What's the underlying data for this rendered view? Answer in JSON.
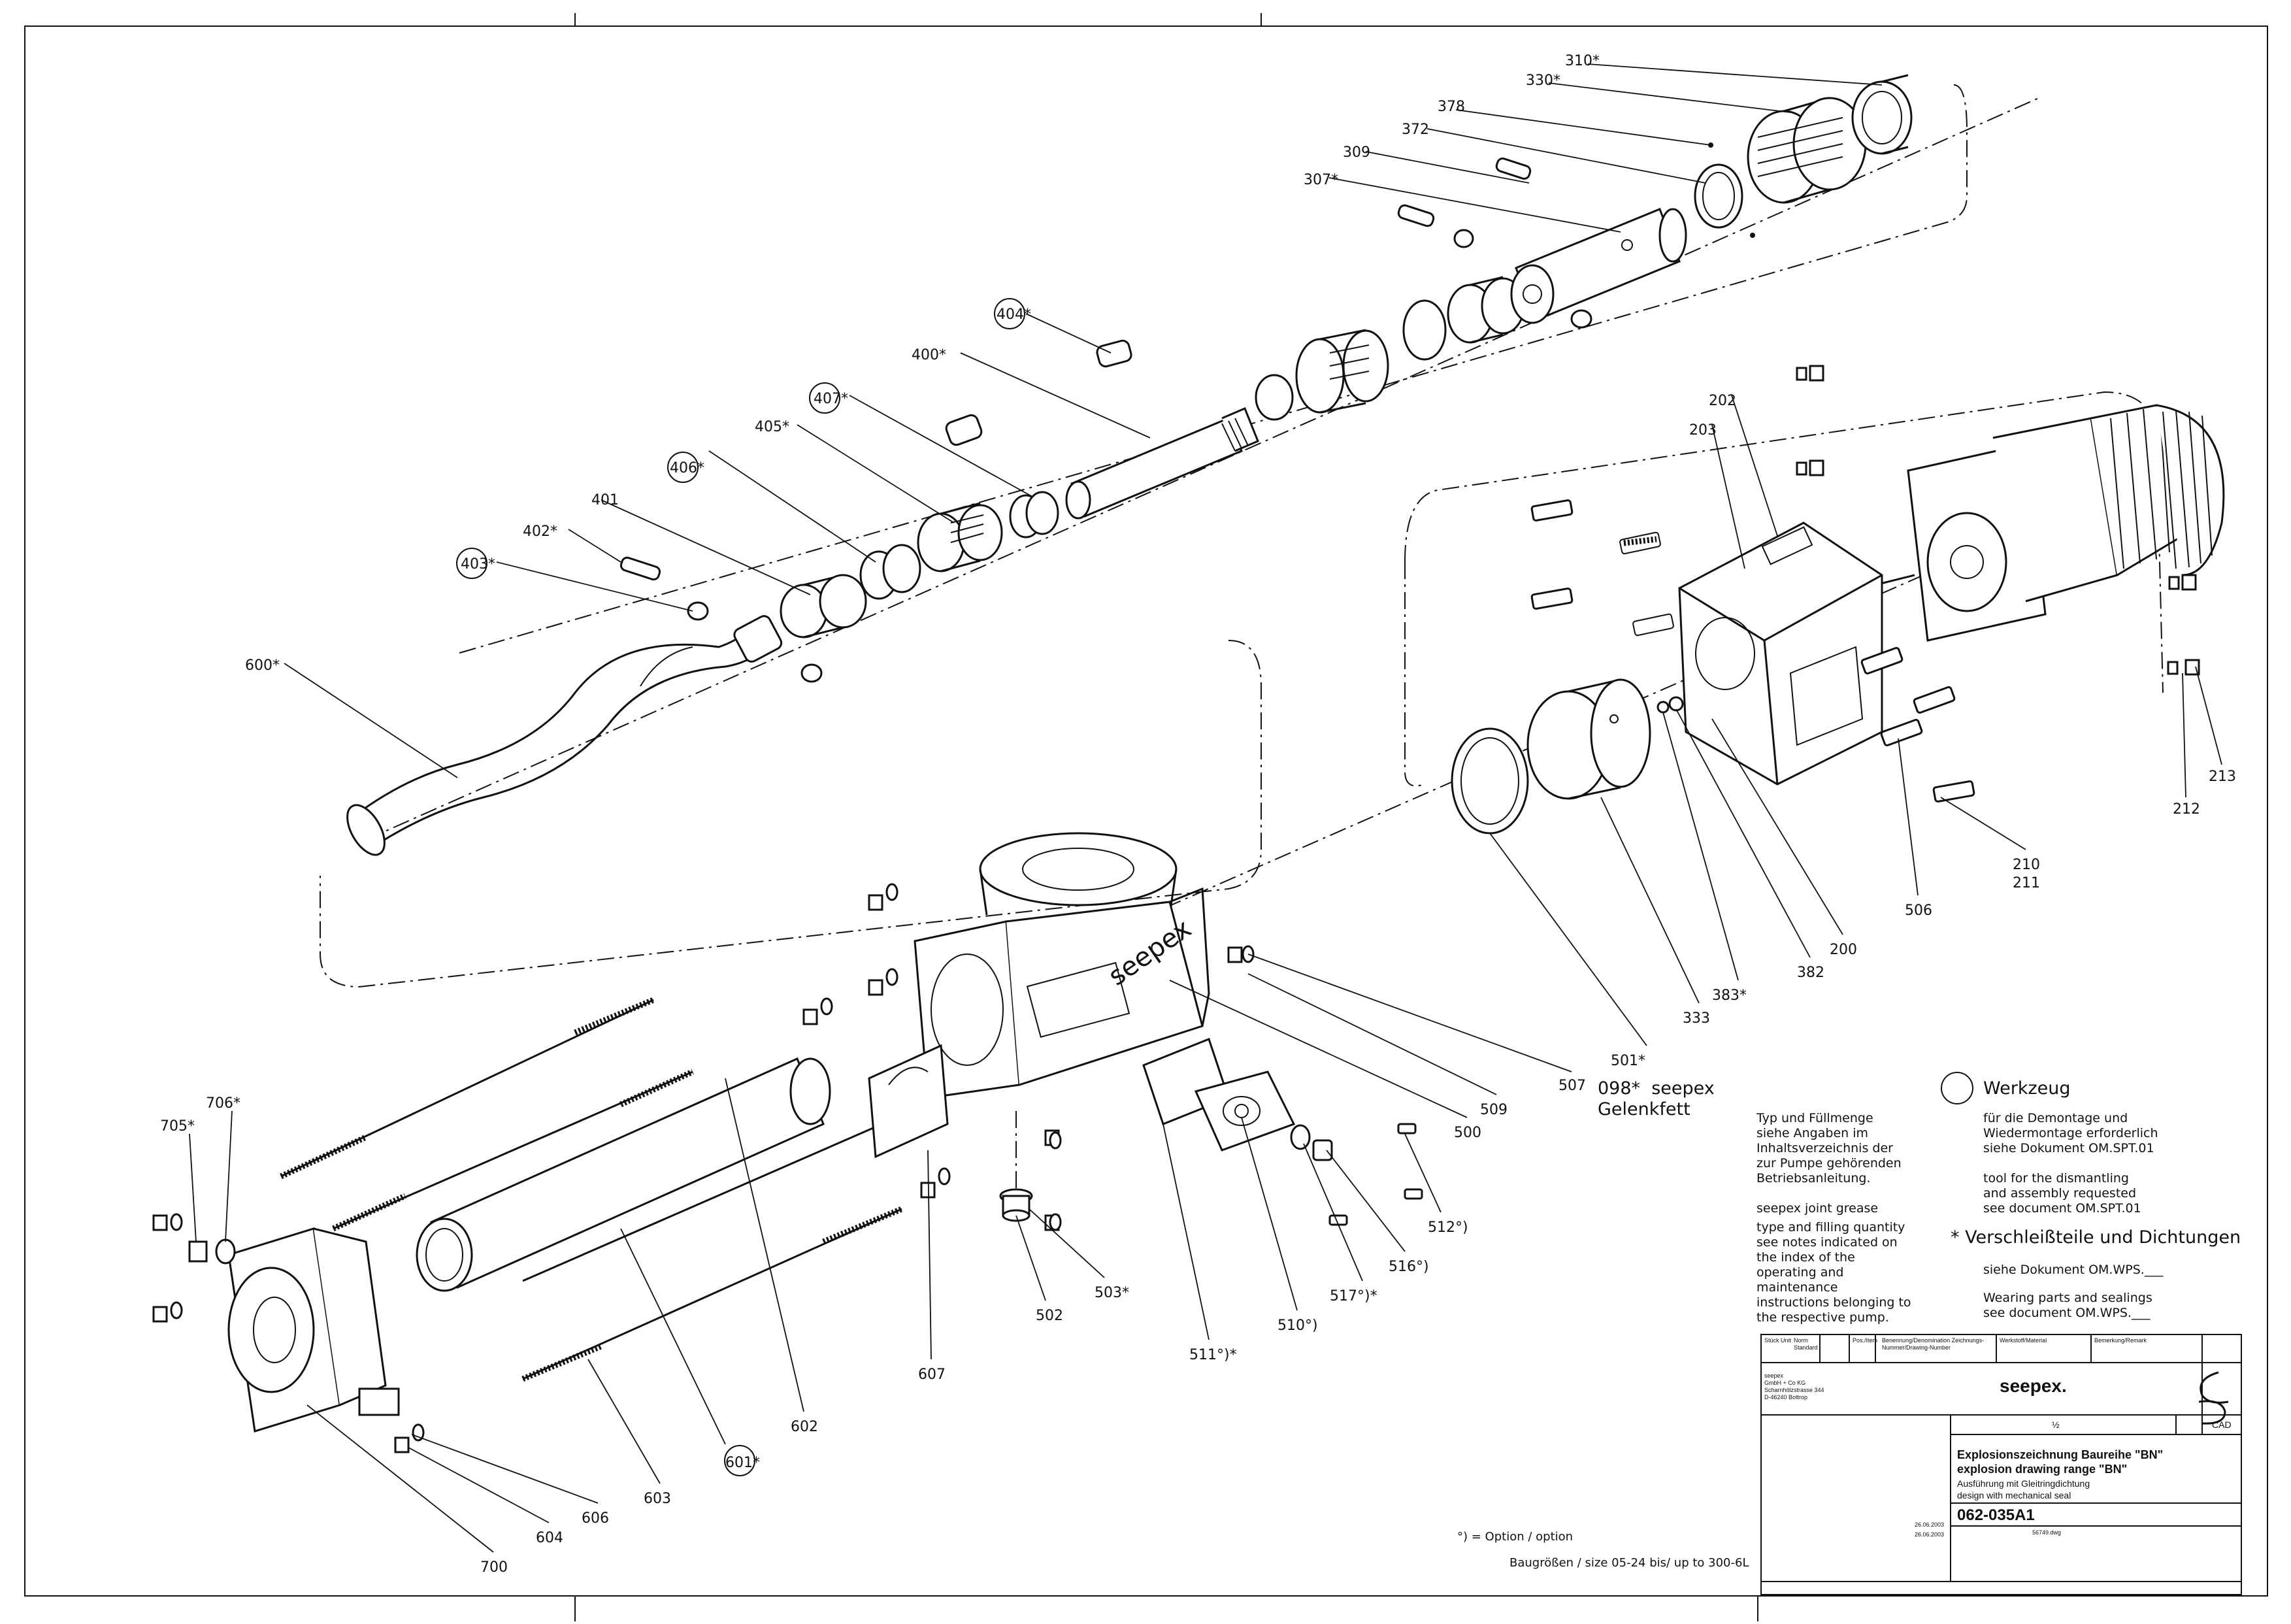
{
  "labels": [
    {
      "id": "310",
      "text": "310*"
    },
    {
      "id": "330",
      "text": "330*"
    },
    {
      "id": "378",
      "text": "378"
    },
    {
      "id": "372",
      "text": "372"
    },
    {
      "id": "309",
      "text": "309"
    },
    {
      "id": "307",
      "text": "307*"
    },
    {
      "id": "404",
      "text": "404*"
    },
    {
      "id": "400",
      "text": "400*"
    },
    {
      "id": "407",
      "text": "407*"
    },
    {
      "id": "405",
      "text": "405*"
    },
    {
      "id": "406",
      "text": "406*"
    },
    {
      "id": "401",
      "text": "401"
    },
    {
      "id": "402",
      "text": "402*"
    },
    {
      "id": "403",
      "text": "403*"
    },
    {
      "id": "600",
      "text": "600*"
    },
    {
      "id": "202",
      "text": "202"
    },
    {
      "id": "203",
      "text": "203"
    },
    {
      "id": "212",
      "text": "212"
    },
    {
      "id": "213",
      "text": "213"
    },
    {
      "id": "210",
      "text": "210"
    },
    {
      "id": "211",
      "text": "211"
    },
    {
      "id": "506",
      "text": "506"
    },
    {
      "id": "200",
      "text": "200"
    },
    {
      "id": "382",
      "text": "382"
    },
    {
      "id": "383",
      "text": "383*"
    },
    {
      "id": "333",
      "text": "333"
    },
    {
      "id": "501",
      "text": "501*"
    },
    {
      "id": "507",
      "text": "507"
    },
    {
      "id": "509",
      "text": "509"
    },
    {
      "id": "500",
      "text": "500"
    },
    {
      "id": "512",
      "text": "512°)"
    },
    {
      "id": "516",
      "text": "516°)"
    },
    {
      "id": "517",
      "text": "517°)*"
    },
    {
      "id": "510",
      "text": "510°)"
    },
    {
      "id": "511",
      "text": "511°)*"
    },
    {
      "id": "503",
      "text": "503*"
    },
    {
      "id": "502",
      "text": "502"
    },
    {
      "id": "607",
      "text": "607"
    },
    {
      "id": "602",
      "text": "602"
    },
    {
      "id": "601",
      "text": "601*"
    },
    {
      "id": "603",
      "text": "603"
    },
    {
      "id": "606",
      "text": "606"
    },
    {
      "id": "604",
      "text": "604"
    },
    {
      "id": "700",
      "text": "700"
    },
    {
      "id": "705",
      "text": "705*"
    },
    {
      "id": "706",
      "text": "706*"
    }
  ],
  "grease_note": {
    "code": "098*",
    "title": "seepex Gelenkfett",
    "de": [
      "Typ und Füllmenge",
      "siehe Angaben im",
      "Inhaltsverzeichnis der",
      "zur Pumpe gehörenden",
      "Betriebsanleitung."
    ],
    "en_title": "seepex joint grease",
    "en": [
      "type and filling quantity",
      "see notes indicated on",
      "the index of the",
      "operating and maintenance",
      "instructions belonging to",
      "the respective pump."
    ]
  },
  "tool_note": {
    "title": "Werkzeug",
    "de": [
      "für die Demontage und",
      "Wiedermontage erforderlich",
      "siehe Dokument OM.SPT.01"
    ],
    "en": [
      "tool for the dismantling",
      "and assembly requested",
      "see document OM.SPT.01"
    ]
  },
  "wear_note": {
    "title": "* Verschleißteile und Dichtungen",
    "de": "siehe Dokument OM.WPS.___",
    "en": [
      "Wearing parts and sealings",
      "see document OM.WPS.___"
    ]
  },
  "footer": {
    "option": "°)  = Option / option",
    "sizes": "Baugrößen / size  05-24 bis/ up to 300-6L"
  },
  "title_block": {
    "brand": "seepex.",
    "company": [
      "seepex",
      "GmbH + Co KG",
      "Scharnhölzstrasse 344",
      "D-46240 Bottrop"
    ],
    "title_de": "Explosionszeichnung Baureihe \"BN\"",
    "title_en": "explosion drawing range \"BN\"",
    "subtitle_de": "Ausführung mit Gleitringdichtung",
    "subtitle_en": "design with mechanical seal",
    "drawing_no": "062-035A1",
    "scale": "½",
    "cad": "CAD",
    "date_drawn": "26.06.2003",
    "date_checked": "26.06.2003",
    "file": "56749.dwg",
    "col_headers": [
      "Stück Unit",
      "Norm Standard",
      "Pos./Item",
      "Benennung/Denomination Zeichnungs-Nummer/Drawing-Number",
      "Werkstoff/Material",
      "Bemerkung/Remark"
    ]
  }
}
